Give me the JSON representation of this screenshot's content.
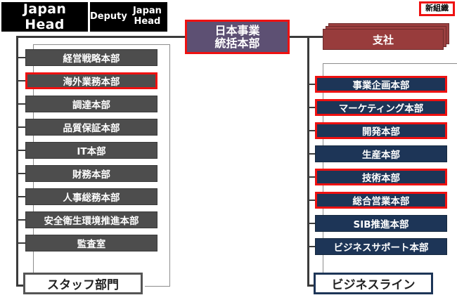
{
  "header": {
    "japan_head": "Japan Head",
    "deputy_line1": "Deputy",
    "deputy_line2": "Japan Head"
  },
  "badge": {
    "label": "新組織"
  },
  "center": {
    "line1": "日本事業",
    "line2": "統括本部"
  },
  "branch": {
    "label": "支社"
  },
  "staff_column": {
    "footer_label": "スタッフ部門",
    "items": [
      {
        "label": "経営戦略本部",
        "highlighted": false
      },
      {
        "label": "海外業務本部",
        "highlighted": true
      },
      {
        "label": "調達本部",
        "highlighted": false
      },
      {
        "label": "品質保証本部",
        "highlighted": false
      },
      {
        "label": "IT本部",
        "highlighted": false
      },
      {
        "label": "財務本部",
        "highlighted": false
      },
      {
        "label": "人事総務本部",
        "highlighted": false
      },
      {
        "label": "安全衛生環境推進本部",
        "highlighted": false
      },
      {
        "label": "監査室",
        "highlighted": false
      }
    ]
  },
  "business_column": {
    "footer_label": "ビジネスライン",
    "items": [
      {
        "label": "事業企画本部",
        "highlighted": true
      },
      {
        "label": "マーケティング本部",
        "highlighted": true
      },
      {
        "label": "開発本部",
        "highlighted": true
      },
      {
        "label": "生産本部",
        "highlighted": false
      },
      {
        "label": "技術本部",
        "highlighted": true
      },
      {
        "label": "総合営業本部",
        "highlighted": true
      },
      {
        "label": "SIB推進本部",
        "highlighted": false
      },
      {
        "label": "ビジネスサポート本部",
        "highlighted": false
      }
    ]
  },
  "colors": {
    "header_bg": "#000000",
    "center_bg": "#5d5073",
    "branch_bg": "#9c4040",
    "staff_box": "#4d4d4d",
    "business_box": "#1d3557",
    "highlight": "#ee1111"
  }
}
